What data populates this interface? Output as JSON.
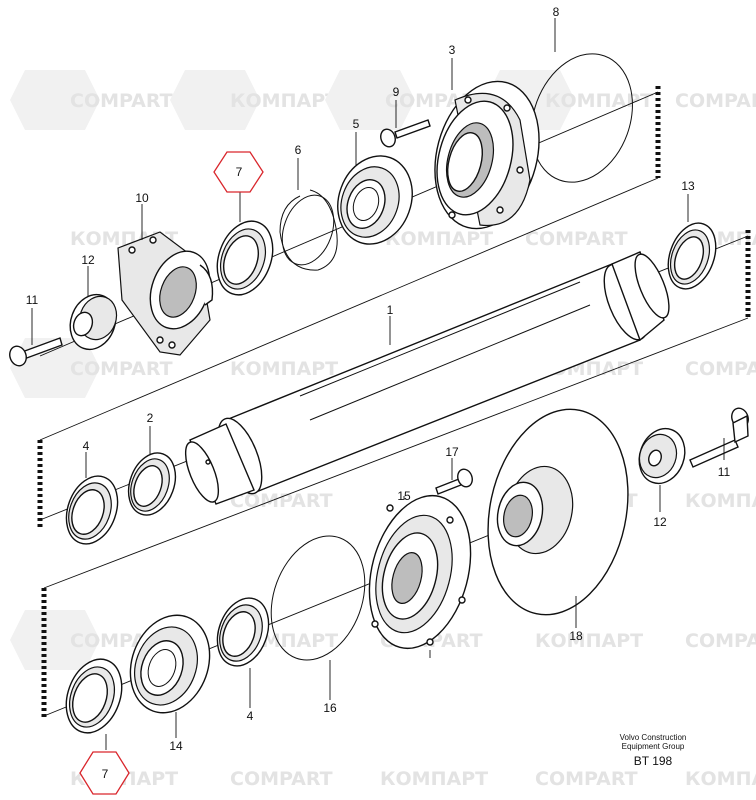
{
  "watermarks": [
    {
      "text": "COMPART"
    },
    {
      "text": "КОМПАРТ"
    }
  ],
  "callouts": {
    "p1": "1",
    "p2": "2",
    "p3": "3",
    "p4a": "4",
    "p4b": "4",
    "p5": "5",
    "p6": "6",
    "p7a": "7",
    "p7b": "7",
    "p8": "8",
    "p9": "9",
    "p10": "10",
    "p11a": "11",
    "p11b": "11",
    "p12a": "12",
    "p12b": "12",
    "p13": "13",
    "p14": "14",
    "p15": "15",
    "p16": "16",
    "p17": "17",
    "p18": "18"
  },
  "caption": {
    "line1": "Volvo Construction",
    "line2": "Equipment Group",
    "code": "BT 198"
  },
  "colors": {
    "highlight_hex": "#d9262c",
    "watermark": "#e3e3e3"
  }
}
